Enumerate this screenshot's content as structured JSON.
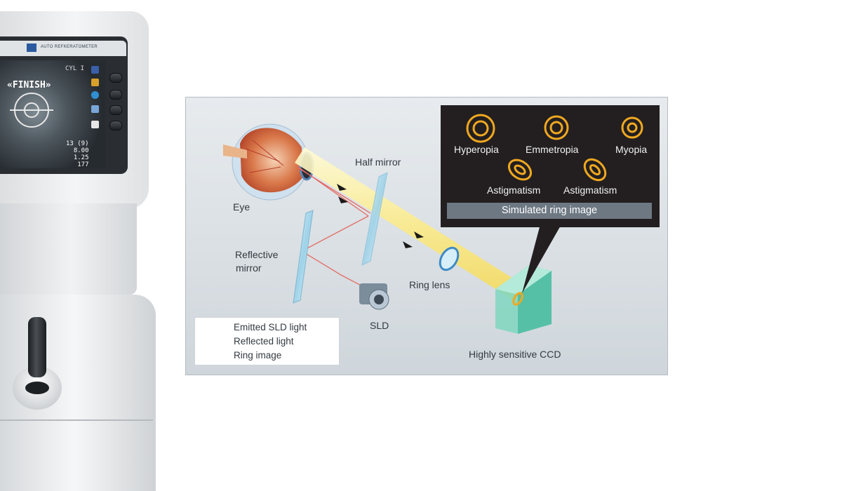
{
  "device": {
    "brand_text": "AUTO REFKERATOMETER",
    "screen_status": "«FINISH»",
    "screen_cyl": "CYL I",
    "screen_readout": "13 (9)\n8.00\n1.25\n177"
  },
  "diagram": {
    "labels": {
      "eye": "Eye",
      "half_mirror": "Half mirror",
      "reflective_mirror_line1": "Reflective",
      "reflective_mirror_line2": "mirror",
      "ring_lens": "Ring lens",
      "sld": "SLD",
      "ccd": "Highly sensitive CCD"
    },
    "legend": [
      {
        "label": "Emitted SLD light",
        "color": "#e8736a"
      },
      {
        "label": "Reflected light",
        "color": "#f6e46a"
      },
      {
        "label": "Ring image",
        "color": "#f0a820"
      }
    ],
    "callout": {
      "title": "Simulated ring image",
      "rings": [
        {
          "label": "Hyperopia"
        },
        {
          "label": "Emmetropia"
        },
        {
          "label": "Myopia"
        },
        {
          "label": "Astigmatism"
        },
        {
          "label": "Astigmatism"
        }
      ]
    },
    "colors": {
      "ring": "#f0a820",
      "callout_bg": "#231f20",
      "ccd": "#59c9ad"
    }
  }
}
